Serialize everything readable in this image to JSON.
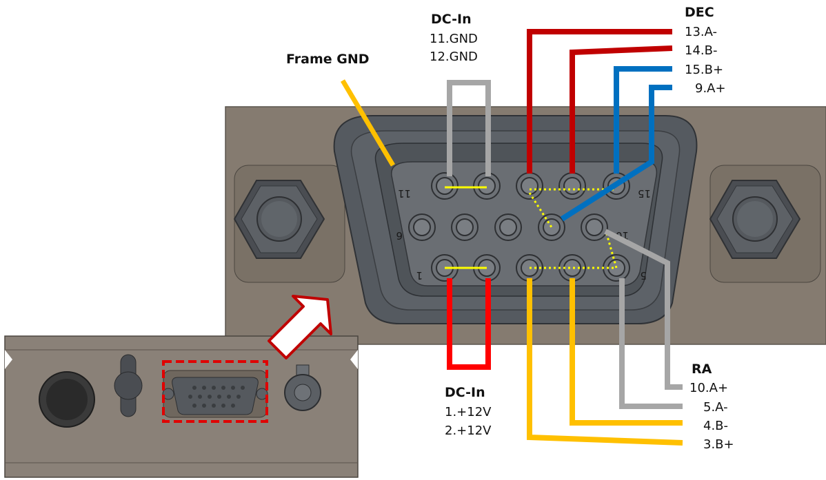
{
  "labels": {
    "frame_gnd": "Frame GND",
    "dc_in_top": {
      "title": "DC-In",
      "lines": [
        "11.GND",
        "12.GND"
      ]
    },
    "dc_in_bottom": {
      "title": "DC-In",
      "lines": [
        "1.+12V",
        "2.+12V"
      ]
    },
    "dec": {
      "title": "DEC",
      "lines": [
        "13.A-",
        "14.B-",
        "15.B+",
        "9.A+"
      ]
    },
    "ra": {
      "title": "RA",
      "lines": [
        "10.A+",
        "5.A-",
        "4.B-",
        "3.B+"
      ]
    }
  },
  "connector_pin_numbers": {
    "top_left": "11",
    "top_right": "15",
    "mid_left": "6",
    "mid_right": "10",
    "bottom_left": "1",
    "bottom_right": "5"
  },
  "colors": {
    "dec_wire_a": "#c00000",
    "dec_wire_b": "#0070c0",
    "ra_wire": "#a6a6a6",
    "ra_wire_b": "#ffc000",
    "power_wire": "#ff0000",
    "gnd_wire": "#a6a6a6",
    "frame_gnd_wire": "#ffc000",
    "jumper_mark": "#ffff00",
    "highlight_box": "#e00000"
  }
}
